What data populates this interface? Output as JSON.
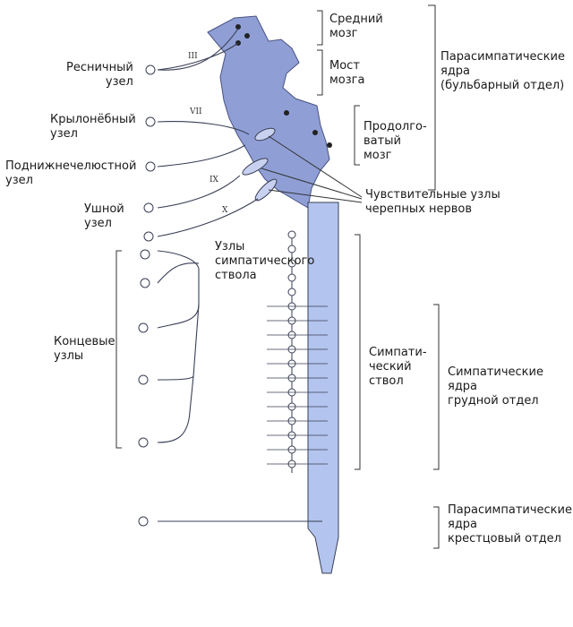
{
  "labels": {
    "ciliary_ganglion": "Ресничный\nузел",
    "pterygopalatine_ganglion": "Крылонёбный\nузел",
    "submandibular_ganglion": "Поднижнечелюстной\nузел",
    "otic_ganglion": "Ушной\nузел",
    "terminal_ganglia": "Концевые\nузлы",
    "sympathetic_trunk_ganglia": "Узлы\nсимпатического\nствола",
    "midbrain": "Средний\nмозг",
    "pons": "Мост\nмозга",
    "medulla": "Продолго-\nватый\nмозг",
    "parasympathetic_bulbar": "Парасимпатические\nядра\n(бульбарный отдел)",
    "cranial_sensory_ganglia": "Чувствительные узлы\nчерепных нервов",
    "sympathetic_trunk": "Симпати-\nческий\nствол",
    "sympathetic_nuclei_thoracic": "Симпатические\nядра\nгрудной отдел",
    "parasympathetic_sacral": "Парасимпатические\nядра\nкрестцовый отдел"
  },
  "nerves": {
    "III": "III",
    "VII": "VII",
    "IX": "IX",
    "X": "X"
  },
  "colors": {
    "brain_fill": "#8f9fd6",
    "cord_fill": "#b3c4ee",
    "line": "#3a3f55"
  }
}
